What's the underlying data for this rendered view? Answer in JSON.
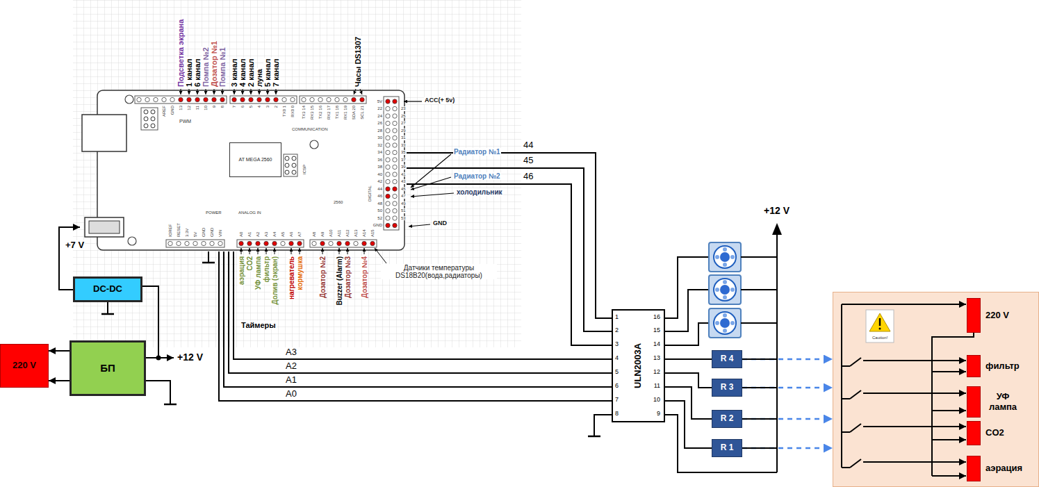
{
  "diagram": {
    "nodes": [
      {
        "text": [
          "PWM",
          "COMMUNICATION",
          "DIGITAL",
          "POWER",
          "ANALOG IN",
          "2560"
        ]
      },
      {
        "text": [
          "AT MEGA 2560"
        ],
        "in": 0
      },
      {
        "text": [
          "220 V"
        ]
      },
      {
        "text": [
          "БП"
        ]
      },
      {
        "text": [
          "DC-DC"
        ]
      },
      {
        "text": [
          "ULN2003A"
        ]
      },
      {
        "text": [
          "R 4"
        ]
      },
      {
        "text": [
          "R 3"
        ]
      },
      {
        "text": [
          "R 2"
        ]
      },
      {
        "text": [
          "R 1"
        ]
      },
      {
        "text": [
          "Caution!"
        ]
      },
      {
        "text": [
          "220 V"
        ],
        "in": 10
      },
      {
        "text": [
          "фильтр"
        ],
        "in": 10
      },
      {
        "text": [
          "УФ лампа"
        ],
        "in": 10
      },
      {
        "text": [
          "CO2"
        ],
        "in": 10
      },
      {
        "text": [
          "аэрация"
        ],
        "in": 10
      }
    ],
    "edges": [
      {
        "from": 3,
        "to": 2,
        "arrow": "to"
      },
      {
        "from": 3,
        "to": 2,
        "arrow": "to"
      },
      {
        "from": 3,
        "to": 4,
        "arrow": "none"
      },
      {
        "from": 4,
        "to": 0,
        "arrow": "to",
        "label": "+7 V"
      },
      {
        "from": 0,
        "to": 5,
        "arrow": "none",
        "label": "44"
      },
      {
        "from": 0,
        "to": 5,
        "arrow": "none",
        "label": "45"
      },
      {
        "from": 0,
        "to": 5,
        "arrow": "none",
        "label": "46"
      },
      {
        "from": 0,
        "to": 5,
        "arrow": "none",
        "label": "A3"
      },
      {
        "from": 0,
        "to": 5,
        "arrow": "none",
        "label": "A2"
      },
      {
        "from": 0,
        "to": 5,
        "arrow": "none",
        "label": "A1"
      },
      {
        "from": 0,
        "to": 5,
        "arrow": "none",
        "label": "A0"
      },
      {
        "from": 5,
        "to": 6,
        "arrow": "none"
      },
      {
        "from": 5,
        "to": 7,
        "arrow": "none"
      },
      {
        "from": 5,
        "to": 8,
        "arrow": "none"
      },
      {
        "from": 5,
        "to": 9,
        "arrow": "none"
      },
      {
        "from": 6,
        "to": 10,
        "arrow": "to"
      },
      {
        "from": 7,
        "to": 10,
        "arrow": "to"
      },
      {
        "from": 8,
        "to": 10,
        "arrow": "to"
      },
      {
        "from": 9,
        "to": 10,
        "arrow": "to"
      }
    ],
    "labels": [
      "Подсветка экрана",
      "1 канал",
      "6 канал",
      "Помпа №2",
      "Дозатор №1",
      "Помпа №1",
      "3 канал",
      "4 канал",
      "2 канал",
      "луна",
      "5 канал",
      "7 канал",
      "Часы DS1307",
      "AREF",
      "GND",
      "13",
      "12",
      "11",
      "10",
      "9",
      "8",
      "7",
      "6",
      "5",
      "4",
      "3",
      "2",
      "TX0 1",
      "RX0 0",
      "TX3 14",
      "RX3 15",
      "TX2 16",
      "RX2 17",
      "TX1 18",
      "RX1 19",
      "SDA 20",
      "SCL 21",
      "5V",
      "22",
      "24",
      "26",
      "28",
      "30",
      "32",
      "34",
      "36",
      "38",
      "40",
      "42",
      "44",
      "46",
      "48",
      "50",
      "52",
      "23",
      "25",
      "27",
      "29",
      "31",
      "33",
      "35",
      "37",
      "39",
      "41",
      "43",
      "45",
      "47",
      "49",
      "51",
      "53",
      "GND",
      "IOREF",
      "RESET",
      "3.3V",
      "5V",
      "GND",
      "GND",
      "VIN",
      "A0",
      "A1",
      "A2",
      "A3",
      "A4",
      "A5",
      "A6",
      "A7",
      "A8",
      "A9",
      "A10",
      "A11",
      "A12",
      "A13",
      "A14",
      "A15",
      "ICSP",
      "ACC(+ 5v)",
      "Радиатор №1",
      "Радиатор №2",
      "холодильник",
      "GND",
      "аэрация",
      "CO2",
      "УФ лампа",
      "фильтр",
      "Долив (экран)",
      "нагреватель",
      "кормушка",
      "Дозатор №2",
      "Buzzer (Alarm)",
      "Дозатор №3",
      "Дозатор №4",
      "Таймеры",
      "Датчики температуры DS18B20(вода,радиаторы)",
      "+12 V",
      "+12 V",
      "1",
      "2",
      "3",
      "4",
      "5",
      "6",
      "7",
      "8",
      "16",
      "15",
      "14",
      "13",
      "12",
      "11",
      "10",
      "9"
    ]
  }
}
